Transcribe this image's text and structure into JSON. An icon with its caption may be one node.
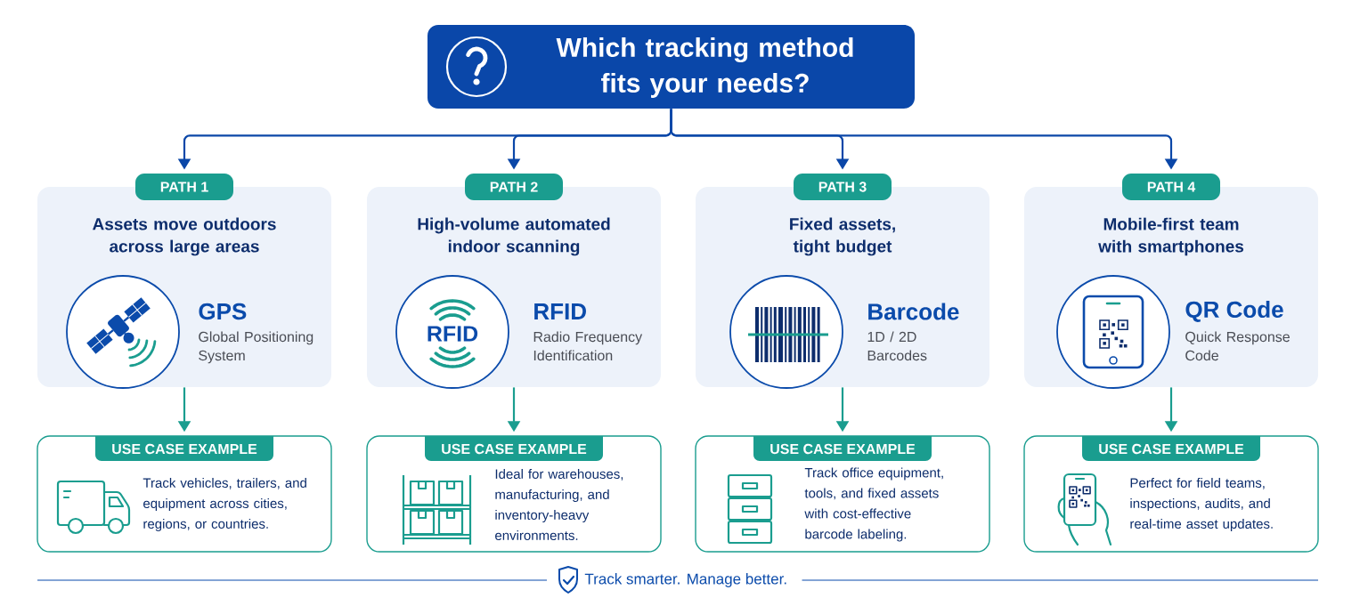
{
  "diagram": {
    "nodes": [
      {
        "text": [
          "Which tracking method fits your needs?"
        ]
      },
      {
        "text": [
          "PATH 1"
        ]
      },
      {
        "text": [
          "PATH 2"
        ]
      },
      {
        "text": [
          "PATH 3"
        ]
      },
      {
        "text": [
          "PATH 4"
        ]
      },
      {
        "text": [
          "Assets move outdoors across large areas",
          "GPS",
          "Global Positioning System"
        ]
      },
      {
        "text": [
          "High-volume automated indoor scanning",
          "RFID",
          "Radio Frequency Identification"
        ]
      },
      {
        "text": [
          "Fixed assets, tight budget",
          "Barcode",
          "1D / 2D Barcodes"
        ]
      },
      {
        "text": [
          "Mobile-first team with smartphones",
          "QR Code",
          "Quick Response Code"
        ]
      },
      {
        "text": [
          "Track vehicles, trailers, and equipment across cities, regions, or countries."
        ]
      },
      {
        "text": [
          "USE CASE EXAMPLE"
        ],
        "in": 9
      },
      {
        "text": [
          "Ideal for warehouses, manufacturing, and inventory-heavy environments."
        ]
      },
      {
        "text": [
          "USE CASE EXAMPLE"
        ],
        "in": 11
      },
      {
        "text": [
          "Track office equipment, tools, and fixed assets with cost-effective barcode labeling."
        ]
      },
      {
        "text": [
          "USE CASE EXAMPLE"
        ],
        "in": 13
      },
      {
        "text": [
          "Perfect for field teams, inspections, audits, and real-time asset updates."
        ]
      },
      {
        "text": [
          "USE CASE EXAMPLE"
        ],
        "in": 15
      }
    ],
    "edges": [
      {
        "from": 0,
        "to": 1,
        "arrow": "to",
        "color": "#0b47a8"
      },
      {
        "from": 0,
        "to": 2,
        "arrow": "to",
        "color": "#0b47a8"
      },
      {
        "from": 0,
        "to": 3,
        "arrow": "to",
        "color": "#0b47a8"
      },
      {
        "from": 0,
        "to": 4,
        "arrow": "to",
        "color": "#0b47a8"
      },
      {
        "from": 5,
        "to": 9,
        "arrow": "to",
        "color": "#1a9d8f"
      },
      {
        "from": 6,
        "to": 11,
        "arrow": "to",
        "color": "#1a9d8f"
      },
      {
        "from": 7,
        "to": 13,
        "arrow": "to",
        "color": "#1a9d8f"
      },
      {
        "from": 8,
        "to": 15,
        "arrow": "to",
        "color": "#1a9d8f"
      }
    ],
    "labels": [
      "RFID",
      "Track smarter. Manage better."
    ]
  }
}
